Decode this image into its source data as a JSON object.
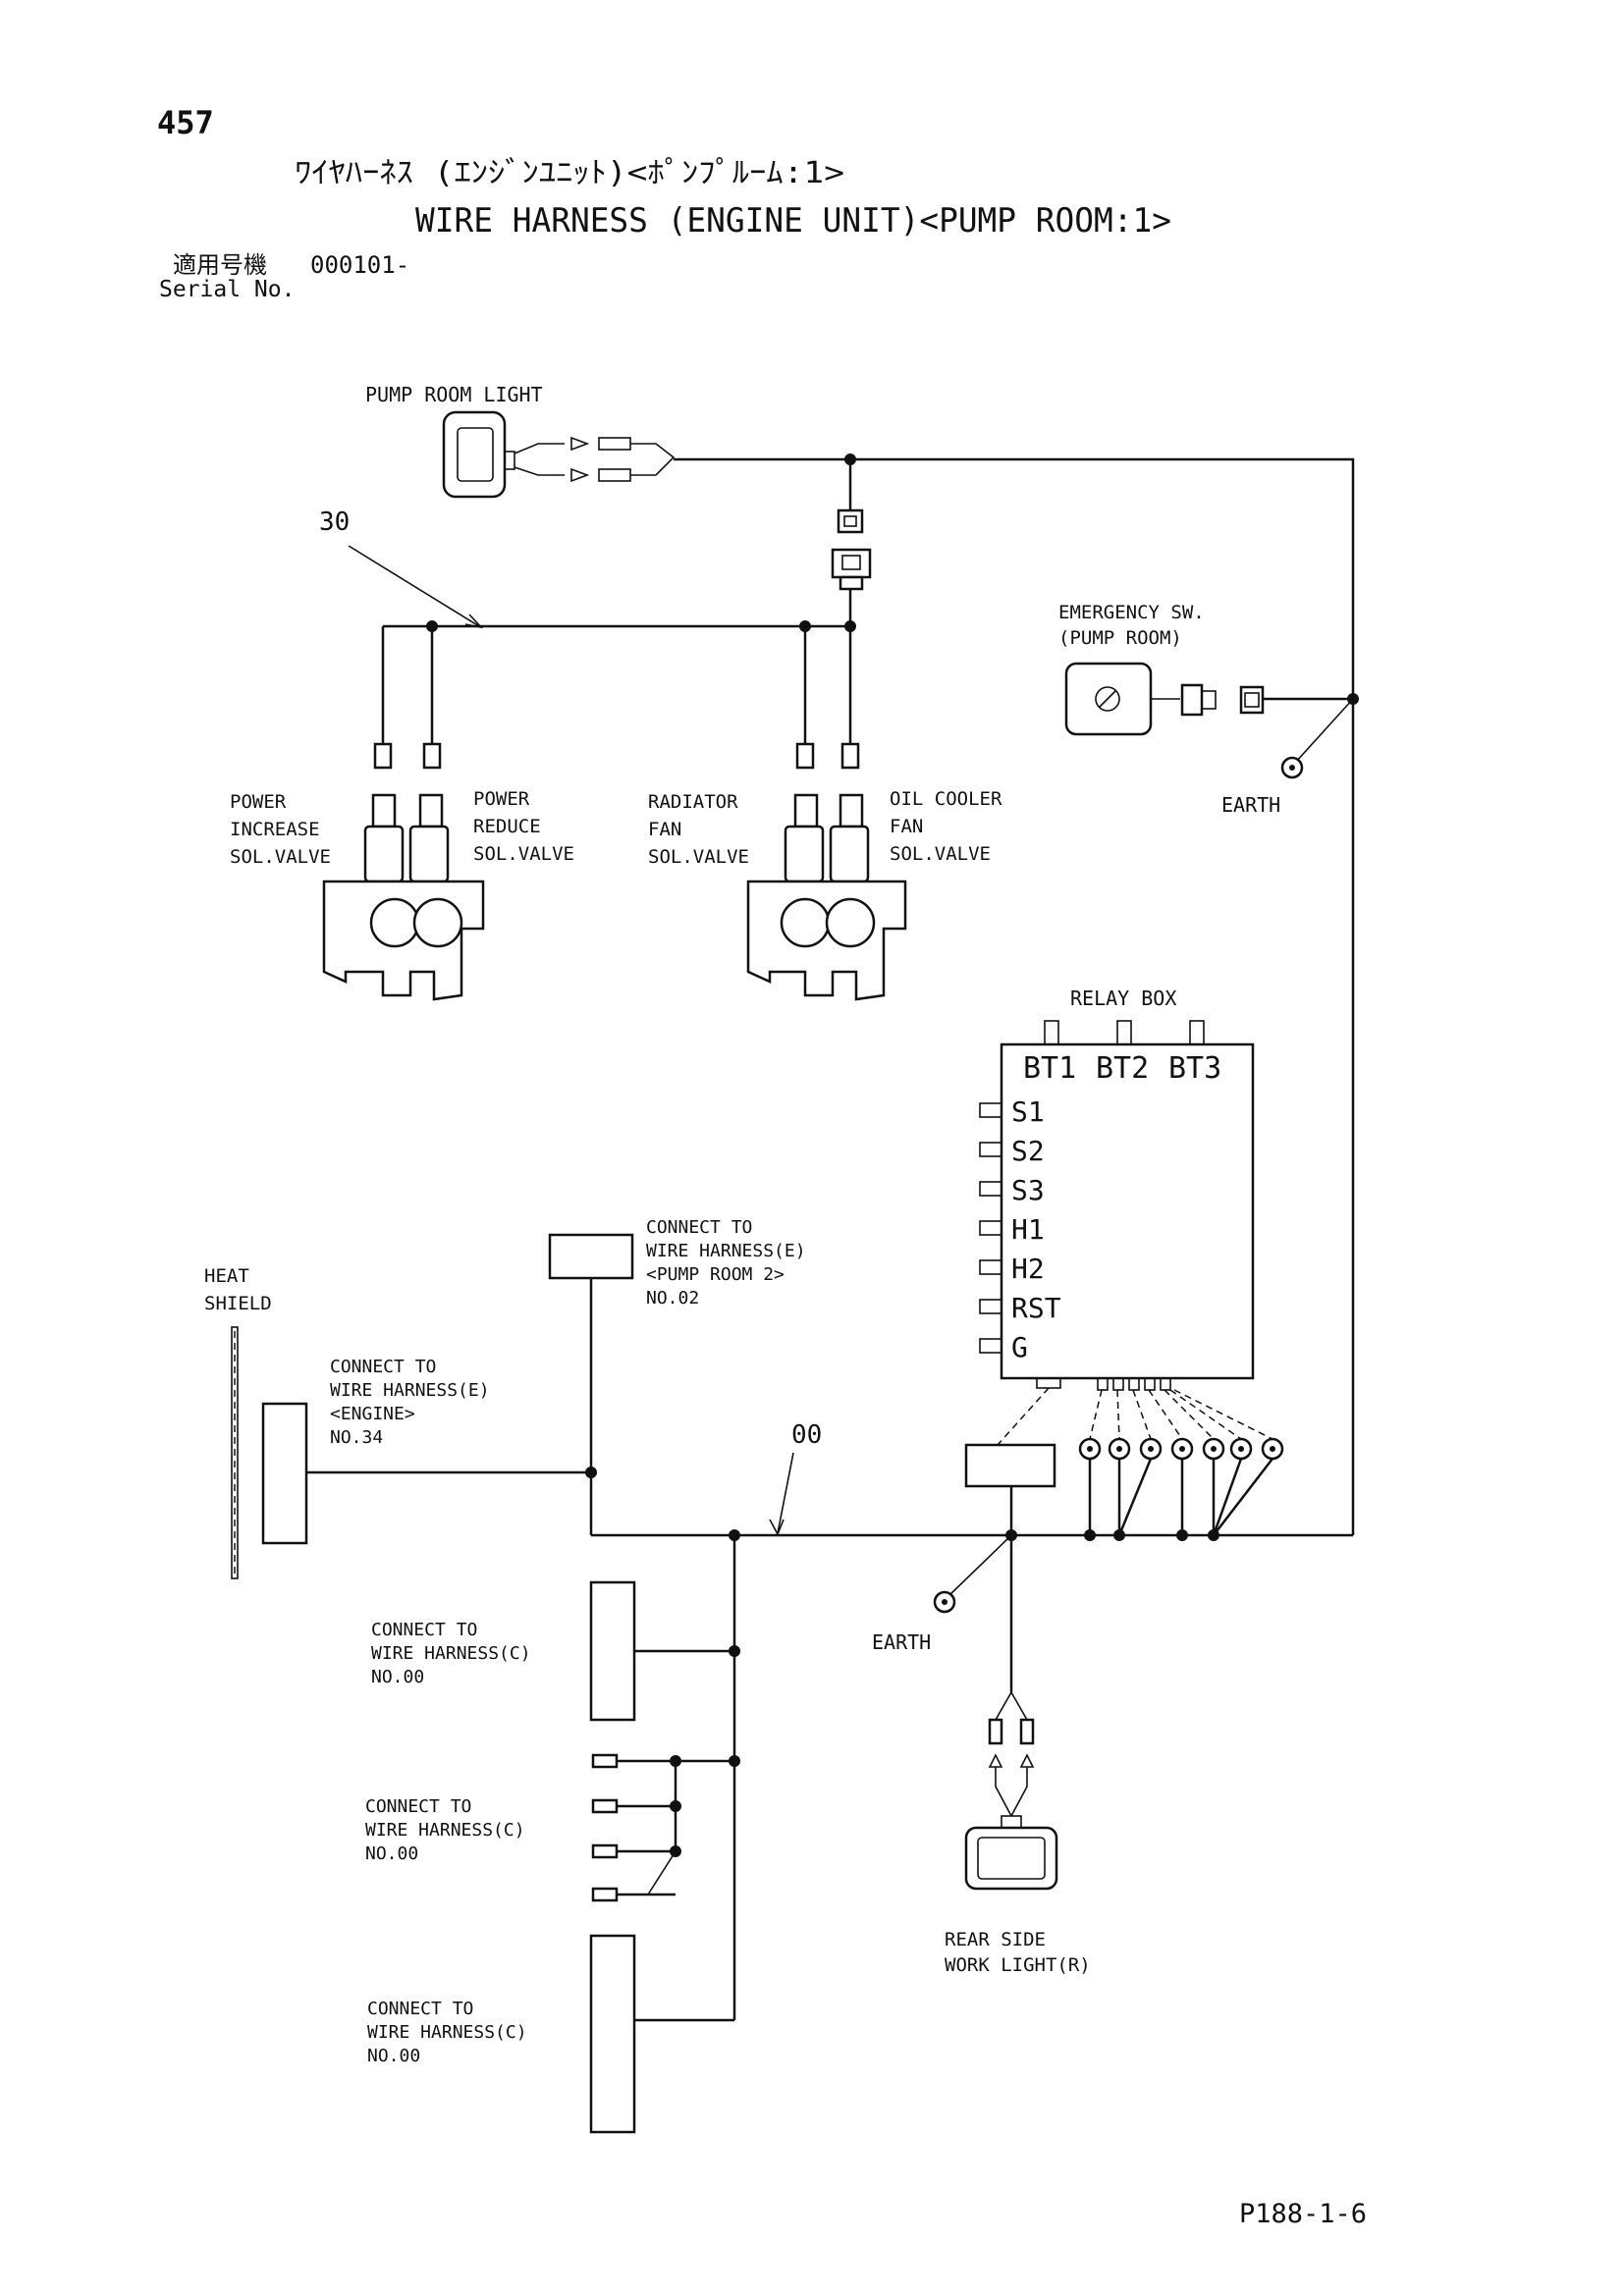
{
  "page": {
    "number": "457",
    "title_jp": "ﾜｲﾔﾊｰﾈｽ (ｴﾝｼﾞﾝﾕﾆｯﾄ)<ﾎﾟﾝﾌﾟﾙｰﾑ:1>",
    "title_en": "WIRE HARNESS (ENGINE UNIT)<PUMP ROOM:1>",
    "serial_label_jp": "適用号機",
    "serial_value": "000101-",
    "serial_label_en": "Serial No.",
    "footer_code": "P188-1-6"
  },
  "parts": {
    "pump_room_light": "PUMP ROOM LIGHT",
    "harness_30": "30",
    "harness_00": "00",
    "emergency_sw_1": "EMERGENCY SW.",
    "emergency_sw_2": "(PUMP ROOM)",
    "earth_1": "EARTH",
    "earth_2": "EARTH",
    "power_increase": [
      "POWER",
      "INCREASE",
      "SOL.VALVE"
    ],
    "power_reduce": [
      "POWER",
      "REDUCE",
      "SOL.VALVE"
    ],
    "radiator_fan": [
      "RADIATOR",
      "FAN",
      "SOL.VALVE"
    ],
    "oil_cooler_fan": [
      "OIL COOLER",
      "FAN",
      "SOL.VALVE"
    ],
    "relay_box": "RELAY BOX",
    "relay_terminals_top": [
      "BT1",
      "BT2",
      "BT3"
    ],
    "relay_terminals_side": [
      "S1",
      "S2",
      "S3",
      "H1",
      "H2",
      "RST",
      "G"
    ],
    "heat_shield": [
      "HEAT",
      "SHIELD"
    ],
    "connect_pump_room_2": [
      "CONNECT TO",
      "WIRE HARNESS(E)",
      "<PUMP ROOM 2>",
      "NO.02"
    ],
    "connect_engine": [
      "CONNECT TO",
      "WIRE HARNESS(E)",
      "<ENGINE>",
      "NO.34"
    ],
    "connect_c_1": [
      "CONNECT TO",
      "WIRE HARNESS(C)",
      "NO.00"
    ],
    "connect_c_2": [
      "CONNECT TO",
      "WIRE HARNESS(C)",
      "NO.00"
    ],
    "connect_c_3": [
      "CONNECT TO",
      "WIRE HARNESS(C)",
      "NO.00"
    ],
    "rear_side_work_light": [
      "REAR SIDE",
      "WORK LIGHT(R)"
    ]
  }
}
